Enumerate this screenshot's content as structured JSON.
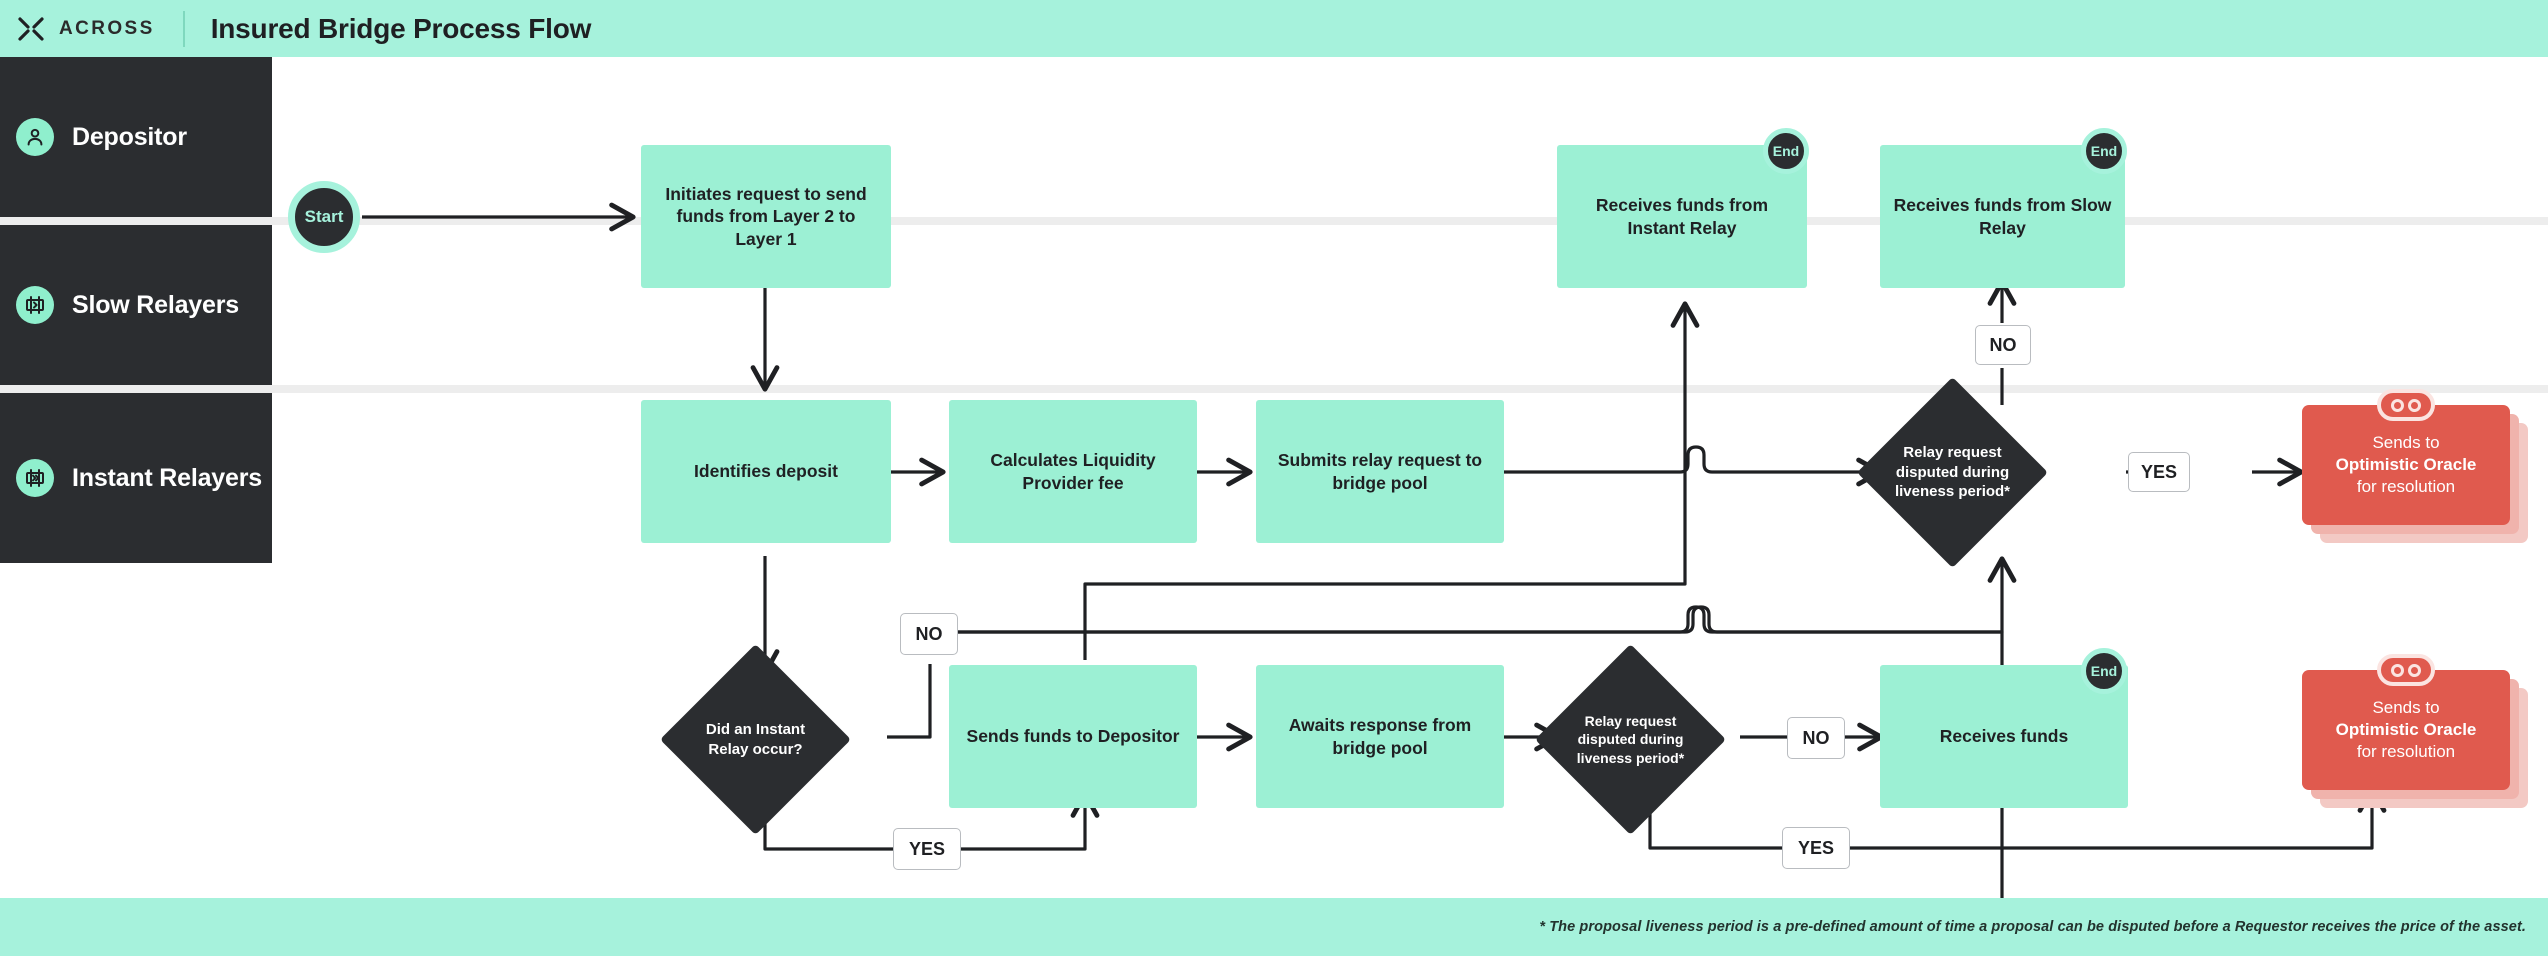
{
  "header": {
    "brand_name": "ACROSS",
    "brand_icon": "across-logo-icon",
    "title": "Insured Bridge Process Flow"
  },
  "lanes": [
    {
      "id": "depositor",
      "label": "Depositor",
      "icon": "user-circle-icon"
    },
    {
      "id": "slow-relayers",
      "label": "Slow Relayers",
      "icon": "single-chevron-relay-icon"
    },
    {
      "id": "instant-relayers",
      "label": "Instant Relayers",
      "icon": "double-chevron-relay-icon"
    }
  ],
  "flow": {
    "start": {
      "label": "Start"
    },
    "end_badge_label": "End",
    "nodes": [
      {
        "id": "initiates-request",
        "text": "Initiates request to send funds from Layer 2 to Layer 1",
        "lane": "depositor"
      },
      {
        "id": "receives-instant-relay",
        "text": "Receives funds from Instant Relay",
        "lane": "depositor",
        "end": true
      },
      {
        "id": "receives-slow-relay",
        "text": "Receives funds from Slow Relay",
        "lane": "depositor",
        "end": true
      },
      {
        "id": "identifies-deposit",
        "text": "Identifies deposit",
        "lane": "slow-relayers"
      },
      {
        "id": "calculates-lp-fee",
        "text": "Calculates Liquidity Provider fee",
        "lane": "slow-relayers"
      },
      {
        "id": "submits-relay-request",
        "text": "Submits relay request to bridge pool",
        "lane": "slow-relayers"
      },
      {
        "id": "sends-funds-to-depositor",
        "text": "Sends funds to Depositor",
        "lane": "instant-relayers"
      },
      {
        "id": "awaits-response",
        "text": "Awaits response from bridge pool",
        "lane": "instant-relayers"
      },
      {
        "id": "receives-funds",
        "text": "Receives funds",
        "lane": "instant-relayers",
        "end": true
      }
    ],
    "decisions": [
      {
        "id": "slow-dispute-check",
        "text": "Relay request disputed during liveness period*",
        "lane": "slow-relayers"
      },
      {
        "id": "instant-relay-check",
        "text": "Did an Instant Relay occur?",
        "lane": "instant-relayers"
      },
      {
        "id": "instant-dispute-check",
        "text": "Relay request disputed during liveness period*",
        "lane": "instant-relayers"
      }
    ],
    "edge_labels": [
      {
        "id": "slow-dispute-yes",
        "text": "YES"
      },
      {
        "id": "slow-dispute-no",
        "text": "NO"
      },
      {
        "id": "instant-relay-no",
        "text": "NO"
      },
      {
        "id": "instant-relay-yes",
        "text": "YES"
      },
      {
        "id": "instant-dispute-no",
        "text": "NO"
      },
      {
        "id": "instant-dispute-yes",
        "text": "YES"
      }
    ],
    "oracle_cards": [
      {
        "id": "slow-oracle",
        "line1": "Sends to",
        "line2": "Optimistic Oracle",
        "line3": "for resolution",
        "badge": "optimistic-oracle-icon"
      },
      {
        "id": "instant-oracle",
        "line1": "Sends to",
        "line2": "Optimistic Oracle",
        "line3": "for resolution",
        "badge": "optimistic-oracle-icon"
      }
    ]
  },
  "footer": {
    "footnote": "* The proposal liveness period is a pre-defined amount of time a proposal can be disputed before a Requestor receives the price of the asset."
  },
  "colors": {
    "mint": "#A6F2DC",
    "node_mint": "#9CF0D4",
    "dark": "#2B2D30",
    "red": "#E05A4E",
    "divider": "#EDEDED"
  }
}
